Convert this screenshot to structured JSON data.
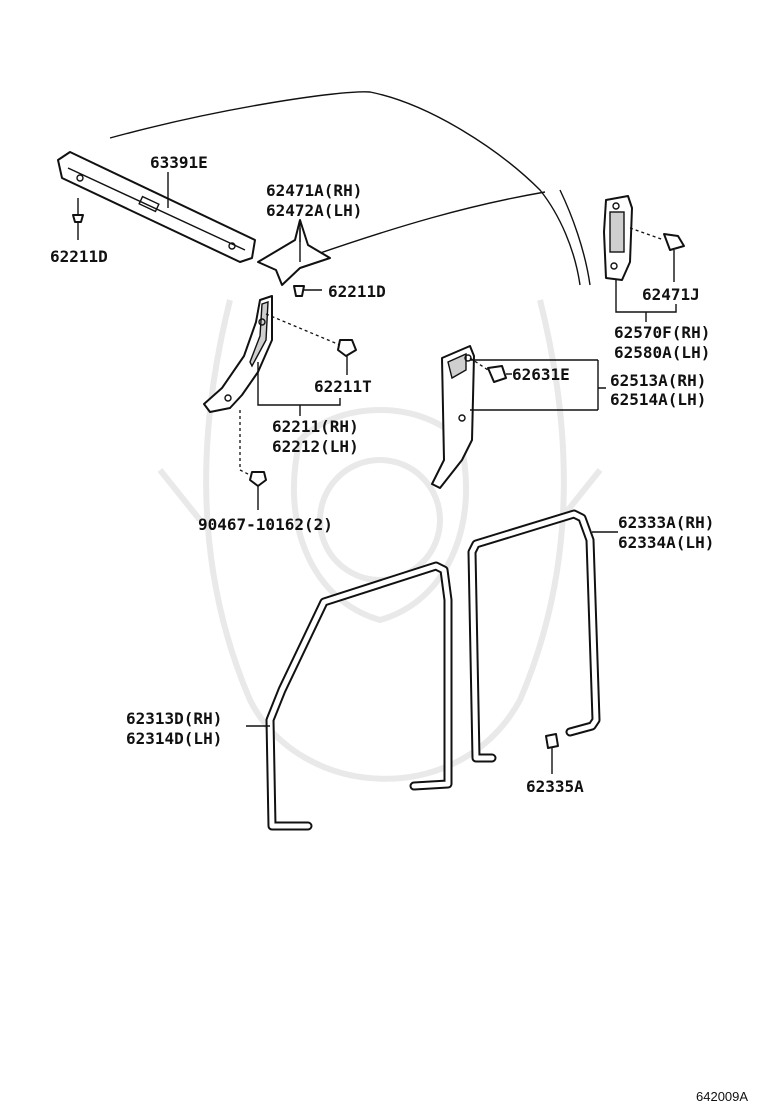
{
  "diagram": {
    "labels": {
      "p63391E": "63391E",
      "p62211D_left": "62211D",
      "p62471A": "62471A(RH)",
      "p62472A": "62472A(LH)",
      "p62211D_mid": "62211D",
      "p62211T": "62211T",
      "p62211": "62211(RH)",
      "p62212": "62212(LH)",
      "p90467": "90467-10162(2)",
      "p62631E": "62631E",
      "p62513A": "62513A(RH)",
      "p62514A": "62514A(LH)",
      "p62471J": "62471J",
      "p62570F": "62570F(RH)",
      "p62580A": "62580A(LH)",
      "p62333A": "62333A(RH)",
      "p62334A": "62334A(LH)",
      "p62313D": "62313D(RH)",
      "p62314D": "62314D(LH)",
      "p62335A": "62335A"
    },
    "illustration_code": "642009A"
  }
}
